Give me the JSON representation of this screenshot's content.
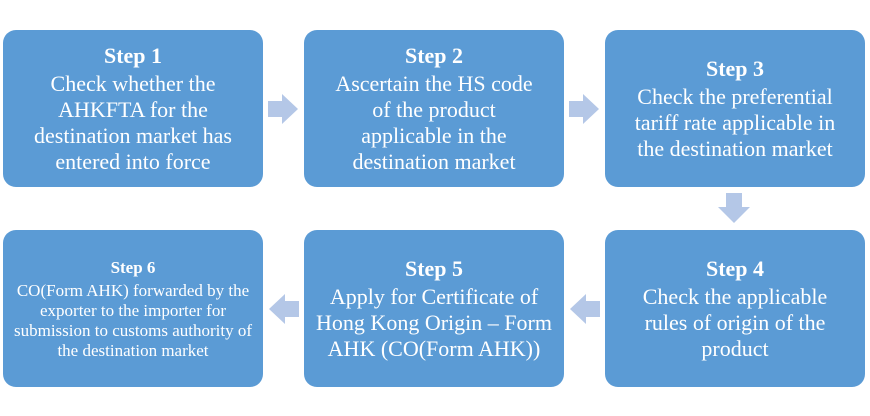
{
  "colors": {
    "box_fill": "#5b9bd5",
    "arrow_fill": "#b4c7e7",
    "text": "#ffffff"
  },
  "steps": [
    {
      "title": "Step 1",
      "text": "Check whether the AHKFTA for the destination market has entered into force"
    },
    {
      "title": "Step 2",
      "text": "Ascertain the HS code of the product applicable in the destination market"
    },
    {
      "title": "Step 3",
      "text": "Check the preferential tariff rate applicable in the destination market"
    },
    {
      "title": "Step 4",
      "text": "Check the applicable rules of origin of the product"
    },
    {
      "title": "Step 5",
      "text": "Apply for Certificate of Hong Kong Origin – Form AHK (CO(Form AHK))"
    },
    {
      "title": "Step 6",
      "text": "CO(Form AHK) forwarded by the exporter to the importer for submission to customs authority of the destination market"
    }
  ]
}
